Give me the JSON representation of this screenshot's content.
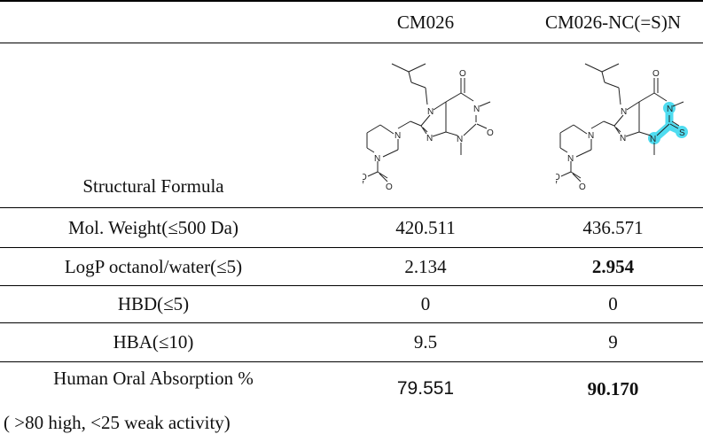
{
  "table": {
    "columns": [
      "",
      "CM026",
      "CM026-NC(=S)N"
    ],
    "structure_row_label": "Structural Formula",
    "rows": [
      {
        "label": "Mol. Weight(≤500 Da)",
        "cm026": "420.511",
        "variant": "436.571",
        "variant_bold": false
      },
      {
        "label": "LogP octanol/water(≤5)",
        "cm026": "2.134",
        "variant": "2.954",
        "variant_bold": true
      },
      {
        "label": "HBD(≤5)",
        "cm026": "0",
        "variant": "0",
        "variant_bold": false
      },
      {
        "label": "HBA(≤10)",
        "cm026": "9.5",
        "variant": "9",
        "variant_bold": false
      }
    ],
    "last_row": {
      "label_line1": "Human Oral Absorption %",
      "label_line2": "( >80 high, <25 weak activity)",
      "cm026": "79.551",
      "variant": "90.170",
      "variant_bold": true
    }
  },
  "molecule_atoms": {
    "o_top": "O",
    "n7": "N",
    "n9": "N",
    "n1": "N",
    "n3": "N",
    "o_c2": "O",
    "s_c2": "S",
    "n_pip_top": "N",
    "n_pip_bottom": "N",
    "o_ester": "O",
    "o_carbonyl": "O"
  },
  "colors": {
    "highlight": "#4fdcf0",
    "rule": "#000000"
  }
}
